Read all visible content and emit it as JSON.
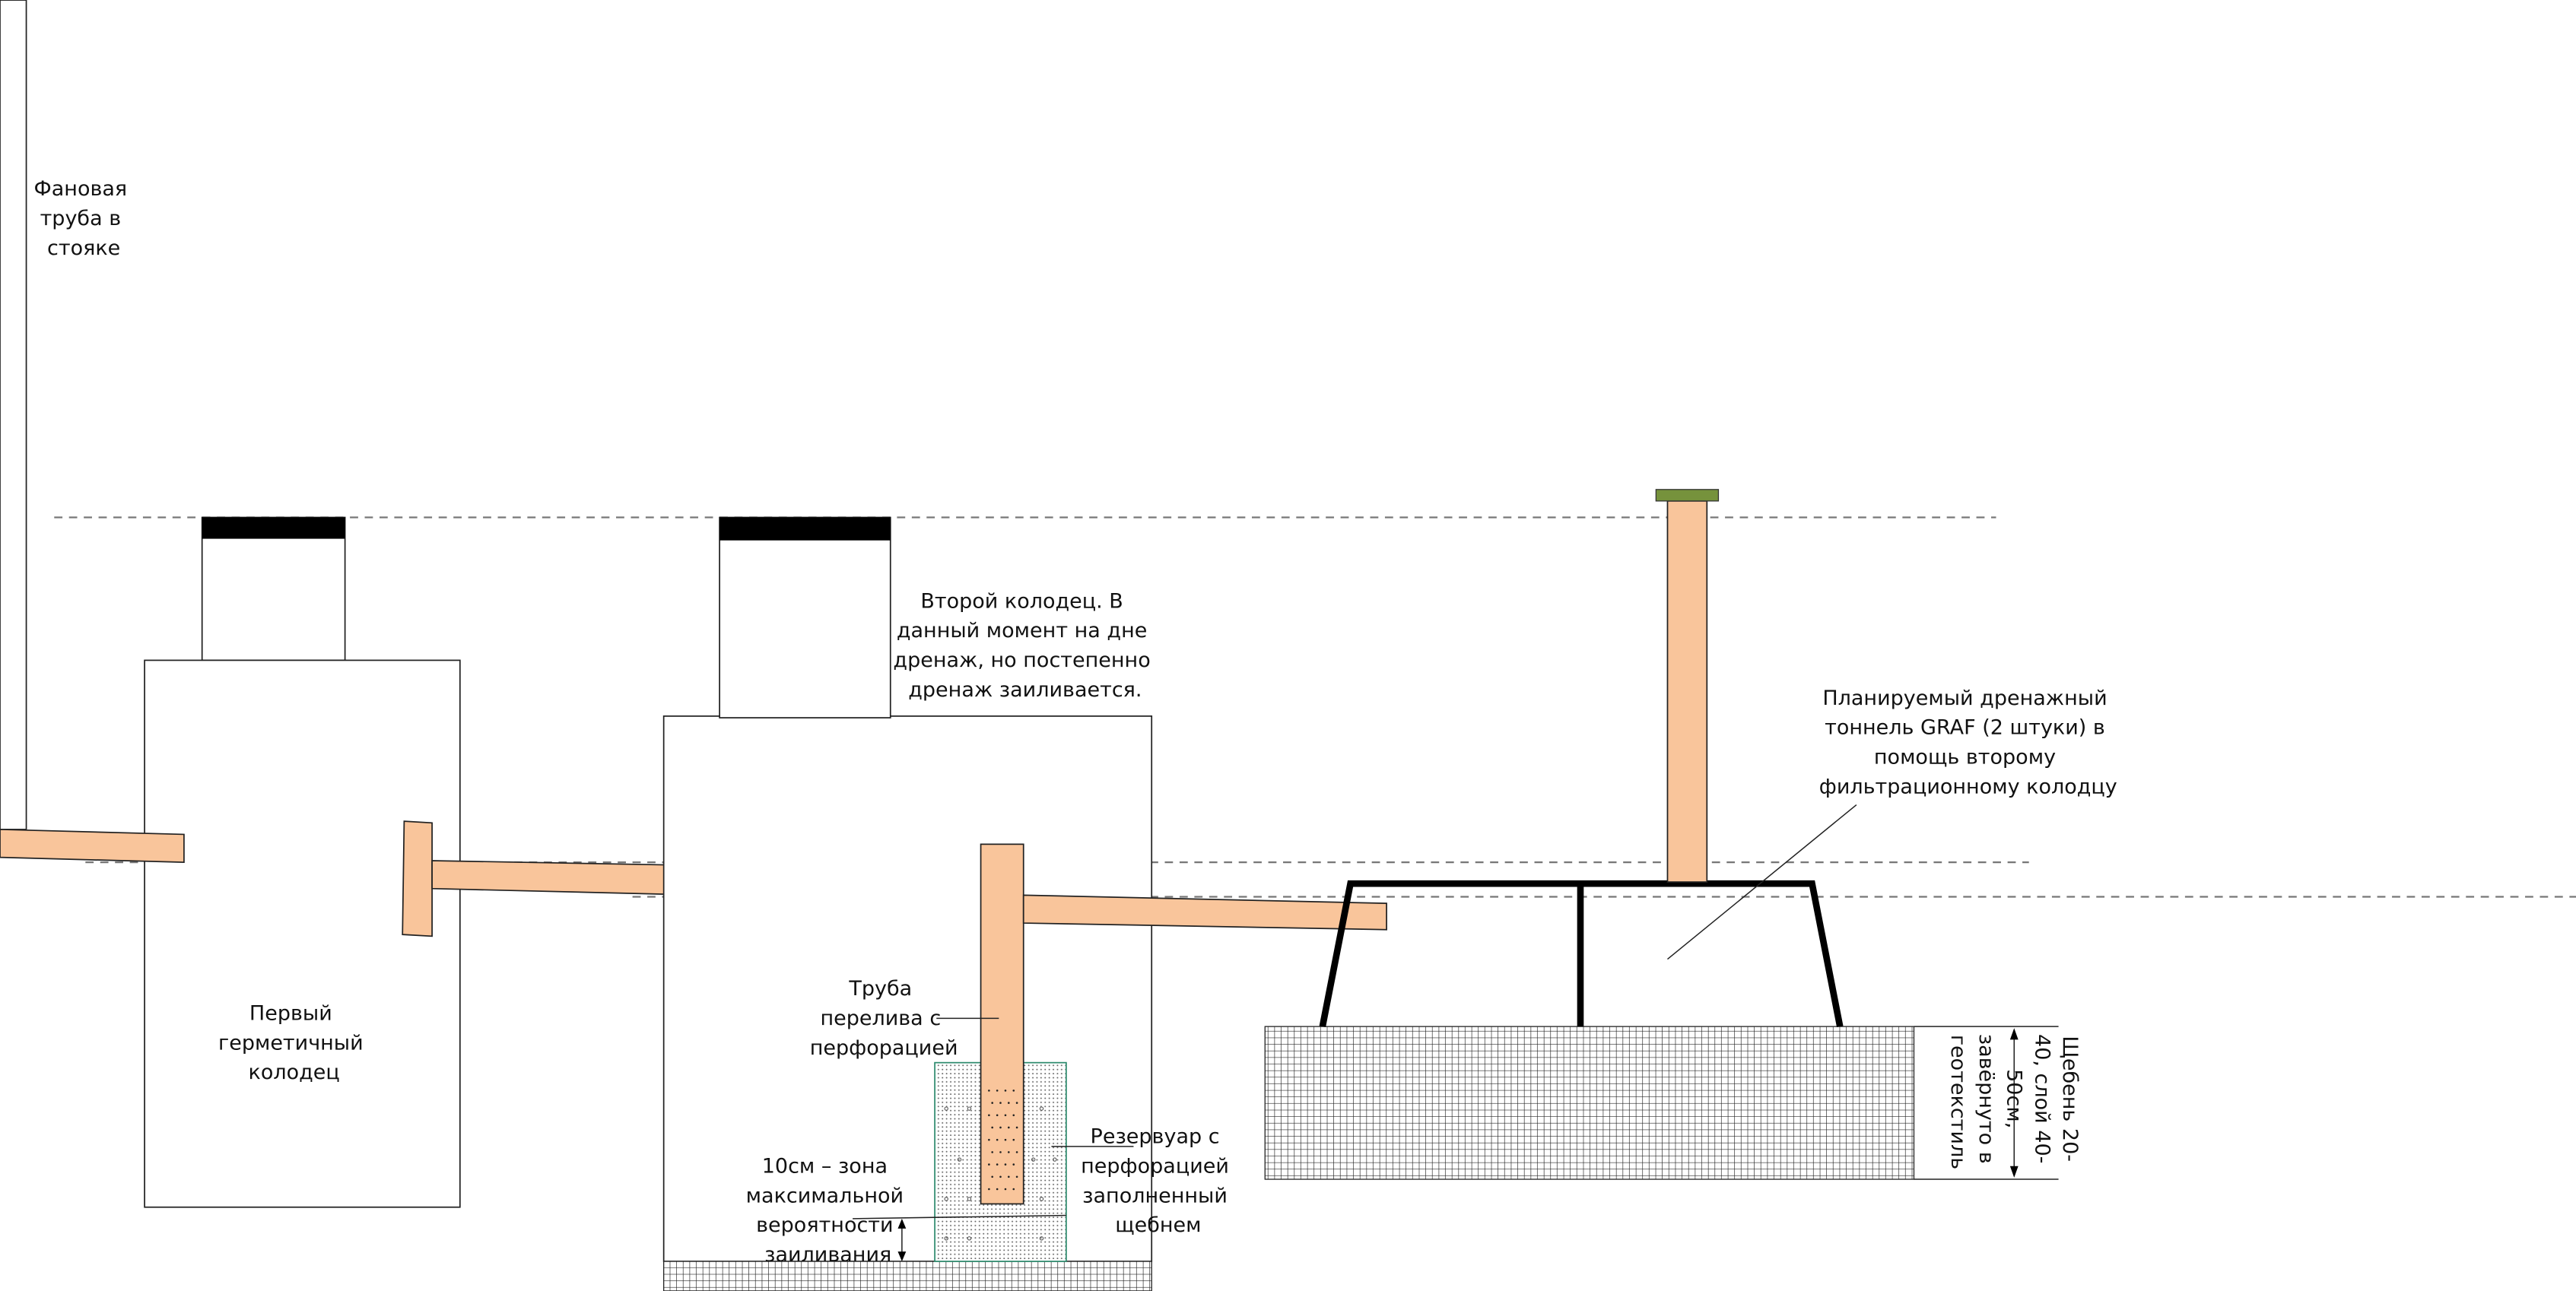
{
  "labels": {
    "vent_pipe": [
      "Фановая",
      "труба в",
      "стояке"
    ],
    "first_well": [
      "Первый",
      "герметичный",
      "колодец"
    ],
    "second_well": [
      "Второй колодец. В",
      "данный момент на дне",
      "дренаж, но постепенно",
      "дренаж заиливается."
    ],
    "overflow_pipe": [
      "Труба",
      "перелива с",
      "перфорацией"
    ],
    "reservoir": [
      "Резервуар с",
      "перфорацией",
      "заполненный",
      "щебнем"
    ],
    "silt_zone": [
      "10см – зона",
      "максимальной",
      "вероятности",
      "заиливания"
    ],
    "tunnel": [
      "Планируемый дренажный",
      "тоннель GRAF (2 штуки) в",
      "помощь второму",
      "фильтрационному колодцу"
    ],
    "gravel": [
      "Щебень 20-",
      "40, слой 40-",
      "50см,",
      "завёрнуто в",
      "геотекстиль"
    ]
  },
  "colors": {
    "pipe": "#f9c59b",
    "lid": "#000000",
    "vent_cap": "#76923c",
    "reservoir_border": "#2e8b6e"
  }
}
